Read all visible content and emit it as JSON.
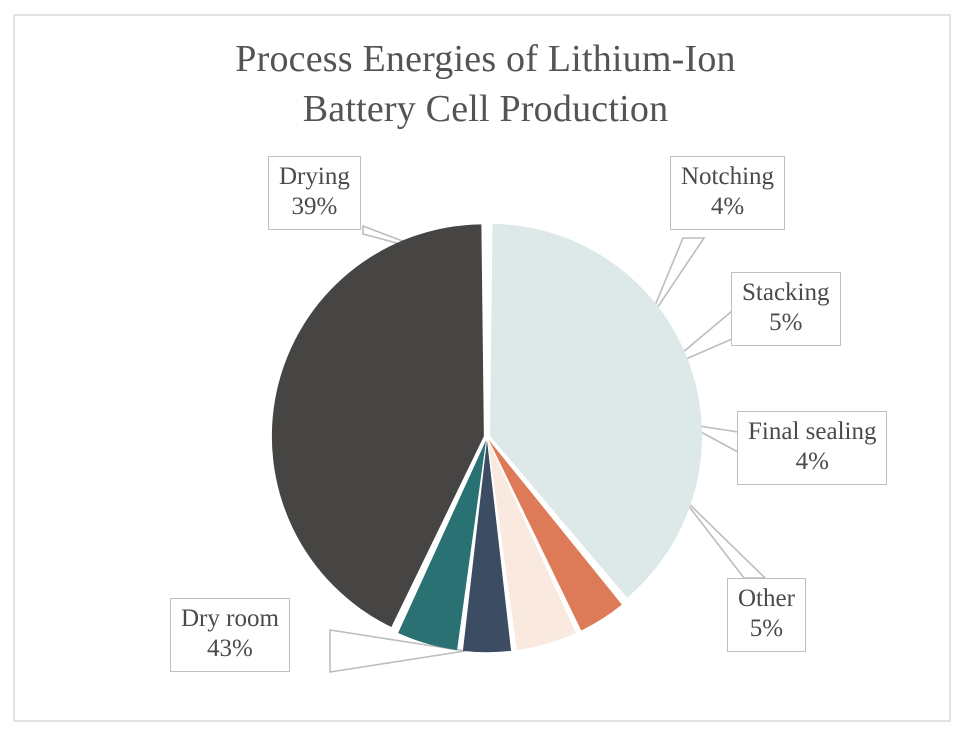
{
  "chart_data": {
    "type": "pie",
    "title": "Process Energies of Lithium-Ion Battery Cell Production",
    "title_lines": [
      "Process Energies of Lithium-Ion",
      "Battery Cell Production"
    ],
    "xlabel": "",
    "ylabel": "",
    "legend_position": "none",
    "grid": false,
    "value_unit": "%",
    "start_angle_deg": 0,
    "direction": "clockwise",
    "categories": [
      "Drying",
      "Notching",
      "Stacking",
      "Final sealing",
      "Other",
      "Dry room"
    ],
    "values": [
      39,
      4,
      5,
      4,
      5,
      43
    ],
    "labels": [
      "39%",
      "4%",
      "5%",
      "4%",
      "5%",
      "43%"
    ],
    "colors": [
      "#dde8e9",
      "#dd7a58",
      "#fae9df",
      "#3c4c63",
      "#2a7174",
      "#474543"
    ],
    "slices": [
      {
        "name": "Drying",
        "value": 39,
        "label": "39%",
        "color": "#dde8e9"
      },
      {
        "name": "Notching",
        "value": 4,
        "label": "4%",
        "color": "#dd7a58"
      },
      {
        "name": "Stacking",
        "value": 5,
        "label": "5%",
        "color": "#fae9df"
      },
      {
        "name": "Final sealing",
        "value": 4,
        "label": "4%",
        "color": "#3c4c63"
      },
      {
        "name": "Other",
        "value": 5,
        "label": "5%",
        "color": "#2a7174"
      },
      {
        "name": "Dry room",
        "value": 43,
        "label": "43%",
        "color": "#474543"
      }
    ]
  },
  "callouts": {
    "drying": {
      "name": "Drying",
      "value": "39%"
    },
    "notching": {
      "name": "Notching",
      "value": "4%"
    },
    "stacking": {
      "name": "Stacking",
      "value": "5%"
    },
    "final_sealing": {
      "name": "Final sealing",
      "value": "4%"
    },
    "other": {
      "name": "Other",
      "value": "5%"
    },
    "dry_room": {
      "name": "Dry room",
      "value": "43%"
    }
  },
  "style": {
    "border_color": "#e3e3e3",
    "callout_border": "#bfbfbf",
    "leader_color": "#bdbdbd",
    "text_color": "#4a4a4a",
    "title_color": "#545454",
    "background": "#ffffff"
  }
}
